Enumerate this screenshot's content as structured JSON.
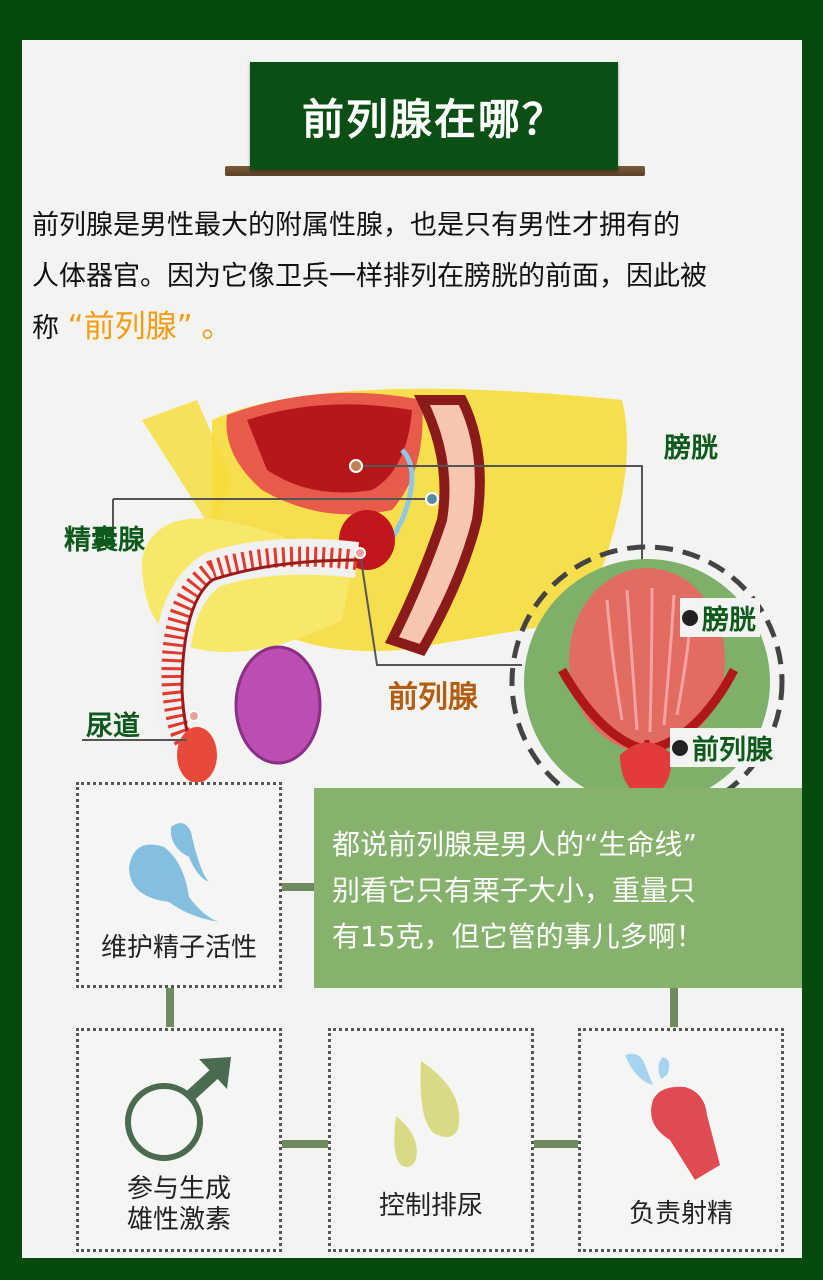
{
  "title": "前列腺在哪？",
  "intro": {
    "line1": "前列腺是男性最大的附属性腺，也是只有男性才拥有的",
    "line2": "人体器官。因为它像卫兵一样排列在膀胱的前面，因此被",
    "line3_prefix": "称",
    "line3_highlight": "“前列腺”",
    "line3_suffix": "。",
    "highlight_color": "#f39c12"
  },
  "diagram": {
    "labels": {
      "bladder": "膀胱",
      "seminal_vesicle": "精囊腺",
      "urethra": "尿道",
      "prostate": "前列腺"
    },
    "inset": {
      "bladder": "膀胱",
      "prostate": "前列腺"
    }
  },
  "callout": {
    "line1": "都说前列腺是男人的“生命线”",
    "line2": "别看它只有栗子大小，重量只",
    "line3": "有15克，但它管的事儿多啊！",
    "bg_color": "#86b26e"
  },
  "functions": [
    {
      "label": "维护精子活性",
      "icon": "sperm-icon"
    },
    {
      "label_line1": "参与生成",
      "label_line2": "雄性激素",
      "icon": "male-symbol-icon"
    },
    {
      "label": "控制排尿",
      "icon": "droplets-icon"
    },
    {
      "label": "负责射精",
      "icon": "ejaculation-icon"
    }
  ],
  "colors": {
    "frame": "#064a0e",
    "title_board": "#0b4f14",
    "label_green": "#0e5a1c",
    "label_brown": "#b35d12"
  }
}
